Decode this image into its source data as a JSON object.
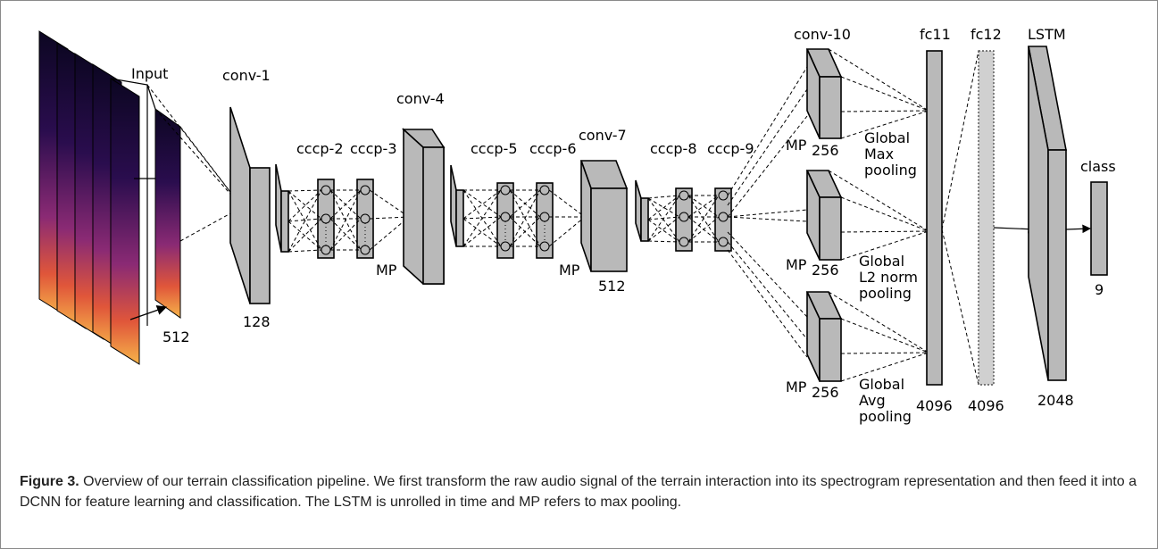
{
  "diagram": {
    "labels": {
      "input": "Input",
      "input_size": "512",
      "conv1": "conv-1",
      "conv1_size": "128",
      "cccp2": "cccp-2",
      "cccp3": "cccp-3",
      "mp_a": "MP",
      "conv4": "conv-4",
      "cccp5": "cccp-5",
      "cccp6": "cccp-6",
      "conv7": "conv-7",
      "mp_b": "MP",
      "conv7_size": "512",
      "cccp8": "cccp-8",
      "cccp9": "cccp-9",
      "conv10": "conv-10",
      "mp_top": "MP",
      "size_top": "256",
      "mp_mid": "MP",
      "size_mid": "256",
      "mp_bot": "MP",
      "size_bot": "256",
      "pool_max_1": "Global",
      "pool_max_2": "Max",
      "pool_max_3": "pooling",
      "pool_l2_1": "Global",
      "pool_l2_2": "L2 norm",
      "pool_l2_3": "pooling",
      "pool_avg_1": "Global",
      "pool_avg_2": "Avg",
      "pool_avg_3": "pooling",
      "fc11": "fc11",
      "fc11_size": "4096",
      "fc12": "fc12",
      "fc12_size": "4096",
      "lstm": "LSTM",
      "lstm_size": "2048",
      "class": "class",
      "class_size": "9"
    },
    "colors": {
      "layer_fill": "#b9b9b9",
      "spectrogram_dark": "#1a0a3a",
      "spectrogram_mid": "#a8327a",
      "spectrogram_hot": "#f4a23a"
    }
  },
  "caption": {
    "label": "Figure 3.",
    "text": "Overview of our terrain classification pipeline. We first transform the raw audio signal of the terrain interaction into its spectrogram representation and then feed it into a DCNN for feature learning and classification. The LSTM is unrolled in time and MP refers to max pooling."
  }
}
